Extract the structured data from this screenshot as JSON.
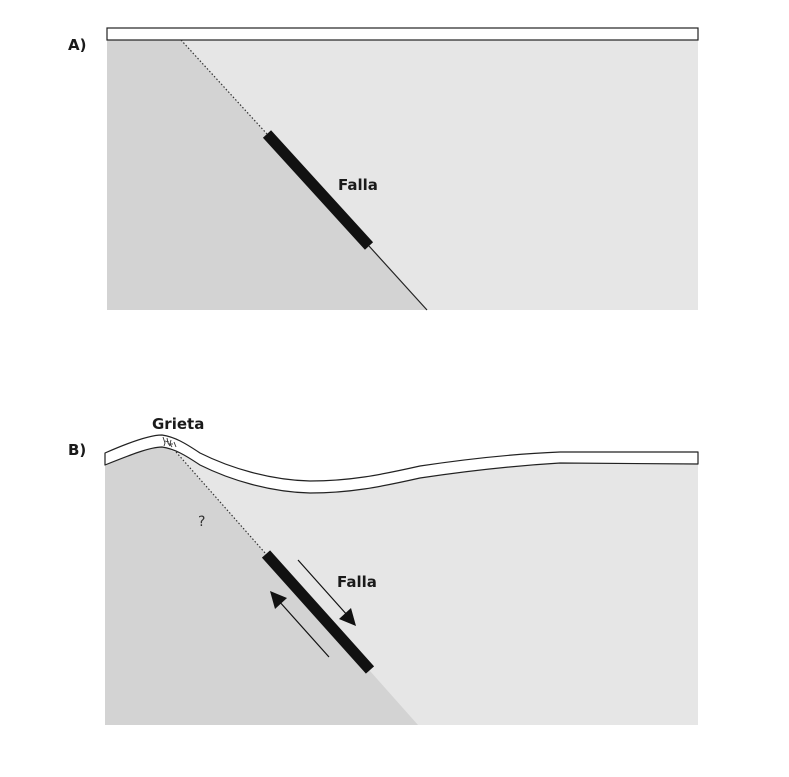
{
  "panels": [
    {
      "id": "A",
      "label": "A)",
      "fault_label": "Falla"
    },
    {
      "id": "B",
      "label": "B)",
      "fault_label": "Falla",
      "crack_label": "Grieta",
      "uncertain_mark": "?"
    }
  ],
  "colors": {
    "footwall": "#d3d3d3",
    "hangingwall": "#e6e6e6",
    "surface_layer": "#ffffff",
    "fault": "#111111",
    "outline": "#222222"
  }
}
